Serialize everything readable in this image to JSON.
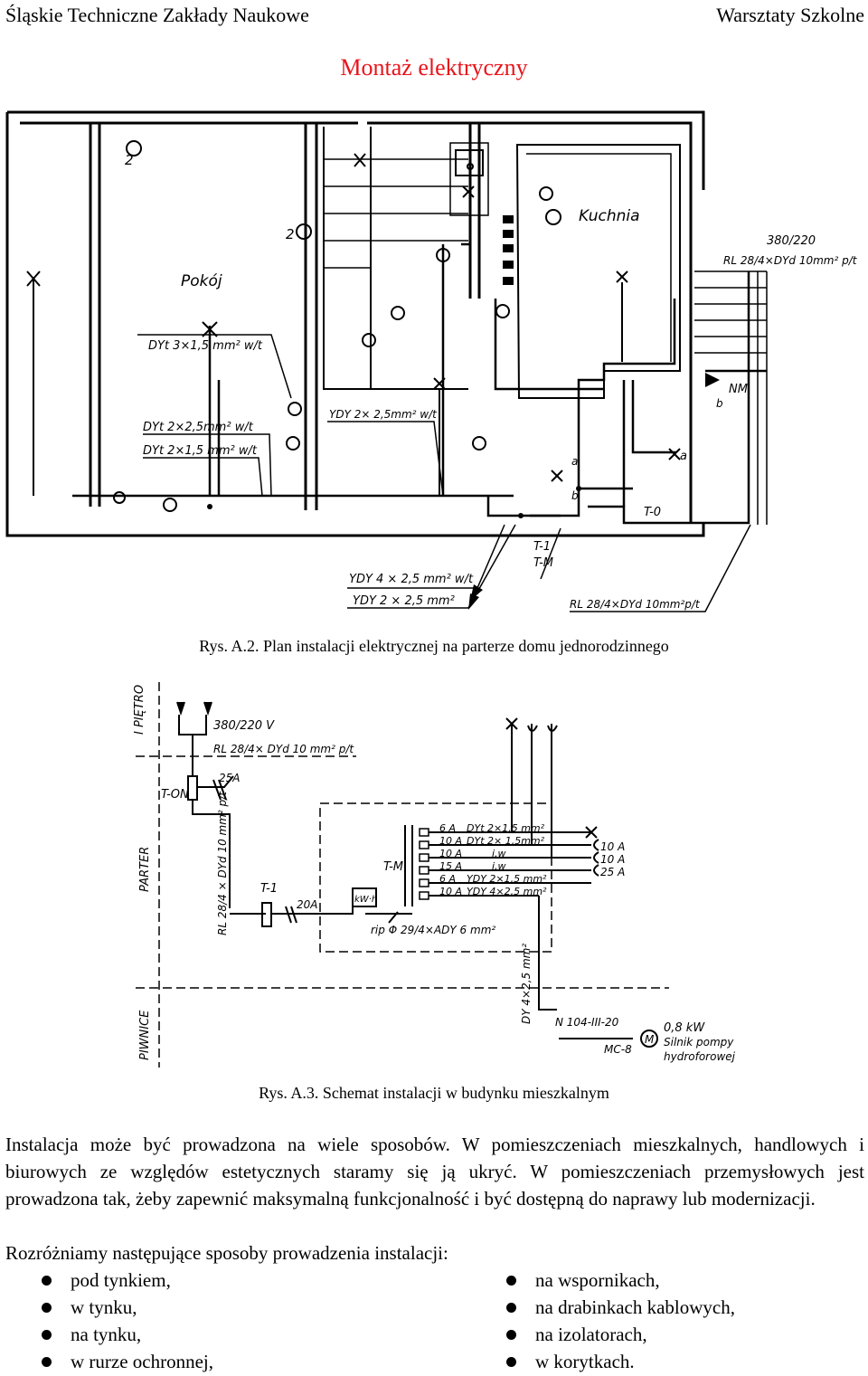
{
  "header": {
    "left": "Śląskie Techniczne Zakłady Naukowe",
    "right": "Warsztaty Szkolne"
  },
  "title": "Montaż elektryczny",
  "figure1": {
    "caption": "Rys. A.2. Plan instalacji elektrycznej na parterze domu jednorodzinnego",
    "labels": {
      "room_pokoj": "Pokój",
      "room_kuchnia": "Kuchnia",
      "num_2a": "2",
      "num_2b": "2",
      "cable_dyt3": "DYt 3×1,5 mm² w/t",
      "cable_dyt2_25": "DYt 2×2,5mm² w/t",
      "cable_dyt2_15": "DYt 2×1,5 mm² w/t",
      "cable_ydy_stairs": "YDY 2× 2,5mm² w/t",
      "voltage": "380/220",
      "supply_cable": "RL 28/4×DYd 10mm² p/t",
      "nm": "NM",
      "label_a1": "a",
      "label_b1": "b",
      "label_a2": "a",
      "label_b2": "b",
      "t0": "T-0",
      "t1": "T-1",
      "tm": "T-M",
      "ydy4": "YDY 4 × 2,5 mm² w/t",
      "ydy2": "YDY 2 × 2,5 mm²",
      "rl_bottom": "RL 28/4×DYd 10mm²p/t"
    }
  },
  "figure2": {
    "caption": "Rys. A.3. Schemat instalacji w budynku mieszkalnym",
    "labels": {
      "floor_upper": "I PIĘTRO",
      "floor_ground": "PARTER",
      "floor_cellar": "PIWNICE",
      "voltage": "380/220 V",
      "supply": "RL 28/4× DYd 10 mm² p/t",
      "riser": "RL 28/4 × DYd 10 mm² p/t",
      "ton": "T-ON",
      "fuse_25a": "25A",
      "t1": "T-1",
      "fuse_20a": "20A",
      "kwh": "kW·h",
      "tm": "T-M",
      "rip": "rip Φ 29/4×ADY 6 mm²",
      "fuses": [
        "6 A",
        "10 A",
        "10 A",
        "15 A",
        "6 A",
        "10 A"
      ],
      "cables": [
        "DYt 2×1,5 mm²",
        "DYt 2× 1,5mm²",
        "j.w",
        "j.w",
        "YDY 2×1,5 mm²",
        "YDY 4×2,5 mm²"
      ],
      "outlet_ratings": [
        "10 A",
        "10 A",
        "25 A"
      ],
      "dy_cable": "DY 4×2,5 mm²",
      "switch": "N 104-III-20",
      "mc": "MC-8",
      "motor_symbol": "M",
      "motor_power": "0,8 kW",
      "motor_desc_1": "Silnik pompy",
      "motor_desc_2": "hydroforowej"
    }
  },
  "text": {
    "para1": "Instalacja może być prowadzona na wiele sposobów. W pomieszczeniach mieszkalnych, handlowych i biurowych ze względów estetycznych staramy się ją ukryć. W pomieszczeniach przemysłowych jest prowadzona tak, żeby zapewnić maksymalną funkcjonalność i być dostępną do naprawy lub modernizacji.",
    "para2": "Rozróżniamy następujące sposoby prowadzenia instalacji:",
    "bullets_left": [
      "pod tynkiem,",
      "w tynku,",
      "na tynku,",
      "w rurze ochronnej,"
    ],
    "bullets_right": [
      "na wspornikach,",
      "na drabinkach kablowych,",
      "na izolatorach,",
      "w korytkach."
    ]
  },
  "colors": {
    "title": "#e8141b",
    "ink": "#000000"
  }
}
